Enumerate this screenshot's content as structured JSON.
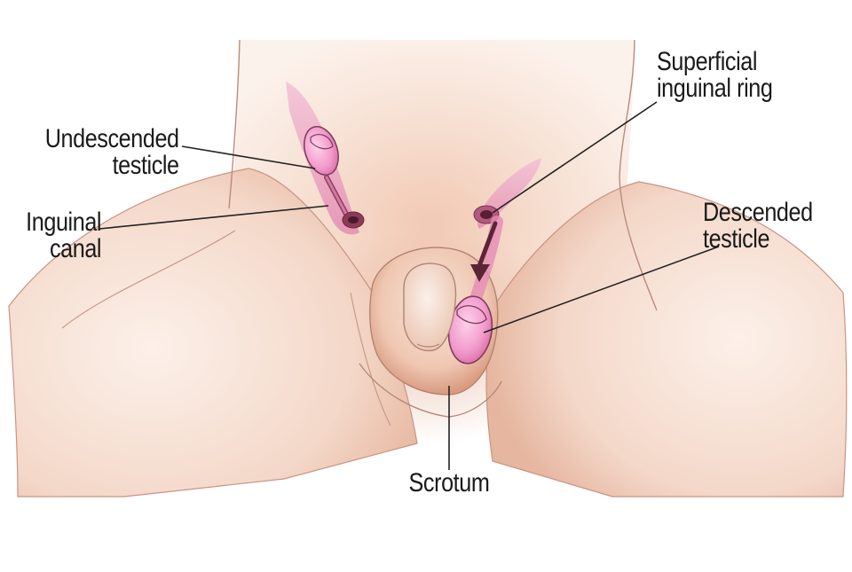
{
  "labels": {
    "undescended_testicle": {
      "line1": "Undescended",
      "line2": "testicle"
    },
    "inguinal_canal": {
      "line1": "Inguinal",
      "line2": "canal"
    },
    "superficial_inguinal_ring": {
      "line1": "Superficial",
      "line2": "inguinal ring"
    },
    "descended_testicle": {
      "line1": "Descended",
      "line2": "testicle"
    },
    "scrotum": {
      "line1": "Scrotum"
    }
  },
  "colors": {
    "skin_light": "#fbeee6",
    "skin_mid": "#f3d2c0",
    "skin_shadow": "#e0a88e",
    "testicle_pink": "#f08fc4",
    "canal_pink": "#e7a0c0",
    "outline": "#9a6e62",
    "leader_line": "#222222",
    "text": "#1a1a1a"
  }
}
